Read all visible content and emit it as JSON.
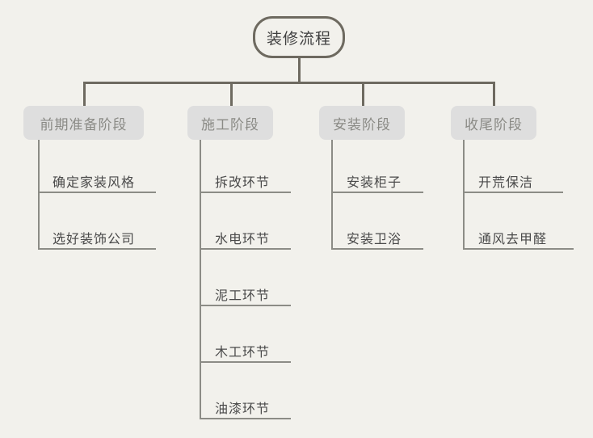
{
  "diagram": {
    "type": "tree",
    "background_color": "#f2f1ec",
    "root": {
      "label": "装修流程",
      "border_color": "#6e6a60",
      "text_color": "#3f3f3f"
    },
    "stage_style": {
      "fill_color": "#dedede",
      "text_color": "#8a8a85"
    },
    "leaf_style": {
      "text_color": "#4a4a4a",
      "line_color": "#8c8c86"
    },
    "branches": [
      {
        "label": "前期准备阶段",
        "leaves": [
          {
            "label": "确定家装风格"
          },
          {
            "label": "选好装饰公司"
          }
        ]
      },
      {
        "label": "施工阶段",
        "leaves": [
          {
            "label": "拆改环节"
          },
          {
            "label": "水电环节"
          },
          {
            "label": "泥工环节"
          },
          {
            "label": "木工环节"
          },
          {
            "label": "油漆环节"
          }
        ]
      },
      {
        "label": "安装阶段",
        "leaves": [
          {
            "label": "安装柜子"
          },
          {
            "label": "安装卫浴"
          }
        ]
      },
      {
        "label": "收尾阶段",
        "leaves": [
          {
            "label": "开荒保洁"
          },
          {
            "label": "通风去甲醛"
          }
        ]
      }
    ]
  }
}
